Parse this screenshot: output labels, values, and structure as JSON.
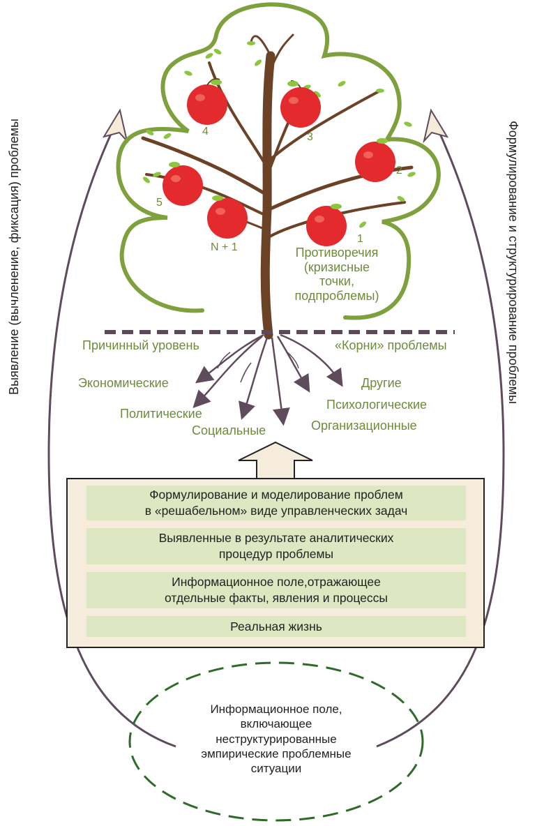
{
  "colors": {
    "branch_outline": "#7ea13d",
    "trunk": "#6b4226",
    "apple": "#e32a2c",
    "leaf": "#8cc63f",
    "ground_line": "#5c4a5a",
    "arrow": "#5e4b5c",
    "arrow_head": "#f6ead8",
    "label_green": "#6f8a3c",
    "layer_fill": "#dde8c2",
    "box_fill": "#f6ecdc",
    "ellipse_border": "#2e6b2a"
  },
  "apples": [
    {
      "number": "4"
    },
    {
      "number": "3"
    },
    {
      "number": "2"
    },
    {
      "number": "5"
    },
    {
      "number": "N + 1"
    },
    {
      "number": "1"
    }
  ],
  "contradictions_label": [
    "Противоречия",
    "(кризисные",
    "точки,",
    "подпроблемы)"
  ],
  "cause_level_label": "Причинный уровень",
  "roots_label": "«Корни» проблемы",
  "roots": {
    "economic": "Экономические",
    "political": "Политические",
    "social": "Социальные",
    "other": "Другие",
    "psychological": "Психологические",
    "organizational": "Организационные"
  },
  "left_side_label": "Выявление (вычленение, фиксация) проблемы",
  "right_side_label": "Формулирование и структурирование проблемы",
  "layers": [
    {
      "lines": [
        "Формулирование и моделирование проблем",
        "в «решабельном» виде управленческих задач"
      ]
    },
    {
      "lines": [
        "Выявленные в результате аналитических",
        "процедур проблемы"
      ]
    },
    {
      "lines": [
        "Информационное поле,отражающее",
        "отдельные факты, явления и процессы"
      ]
    },
    {
      "lines": [
        "Реальная жизнь"
      ]
    }
  ],
  "info_field_lines": [
    "Информационное поле,",
    "включающее",
    "неструктурированные",
    "эмпирические проблемные",
    "ситуации"
  ]
}
